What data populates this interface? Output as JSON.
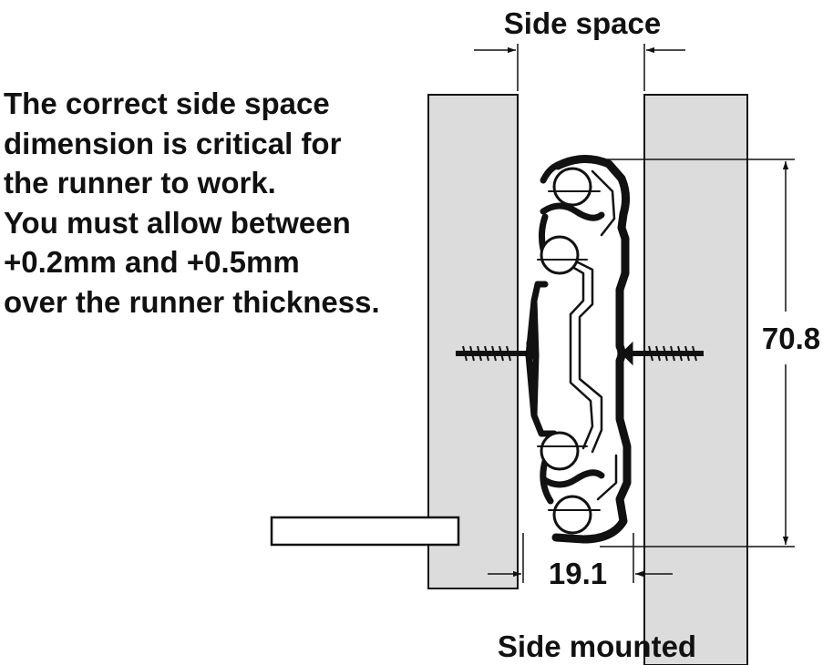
{
  "note_lines": [
    "The correct side space",
    "dimension is critical for",
    "the runner to work.",
    "You must allow between",
    "+0.2mm and +0.5mm",
    "over the runner thickness."
  ],
  "labels": {
    "side_space": "Side space",
    "height_dimension": "70.8",
    "thickness_dimension": "19.1",
    "caption": "Side mounted"
  },
  "colors": {
    "panel_fill": "#dcdcdc",
    "line": "#111111",
    "background": "#ffffff"
  },
  "icons": {
    "runner": "ball-bearing-drawer-runner-cross-section",
    "screw": "wood-screw-icon"
  }
}
